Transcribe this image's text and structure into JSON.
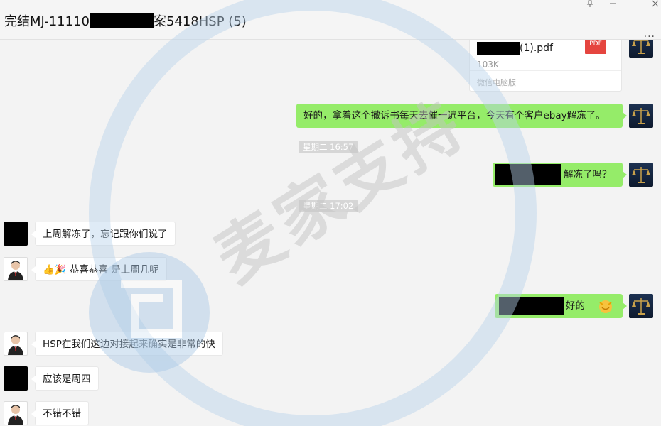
{
  "window": {
    "title_prefix": "完结MJ-11110",
    "title_suffix": "案5418HSP (5)",
    "pin_icon": "pin-icon",
    "minimize_icon": "minimize-icon",
    "maximize_icon": "maximize-icon",
    "close_icon": "close-icon",
    "more_label": "..."
  },
  "watermark": {
    "text": "麦家支持"
  },
  "file_message": {
    "filename_suffix": "(1).pdf",
    "size": "103K",
    "source": "微信电脑版",
    "type_label": "PDF"
  },
  "messages": [
    {
      "side": "right",
      "text": "好的，拿着这个撤诉书每天去催一遍平台，今天有个客户ebay解冻了。"
    },
    {
      "type": "time",
      "text": "星期二 16:57"
    },
    {
      "side": "right",
      "text": "解冻了吗？"
    },
    {
      "type": "time",
      "text": "星期二 17:02"
    },
    {
      "side": "left",
      "text": "上周解冻了，忘记跟你们说了"
    },
    {
      "side": "left",
      "text": "恭喜恭喜 是上周几呢",
      "emojis": [
        "👍",
        "🎉"
      ]
    },
    {
      "side": "right",
      "text": "好的"
    },
    {
      "side": "left",
      "text": "HSP在我们这边对接起来确实是非常的快"
    },
    {
      "side": "left",
      "text": "应该是周四"
    },
    {
      "side": "left",
      "text": "不错不错"
    }
  ]
}
